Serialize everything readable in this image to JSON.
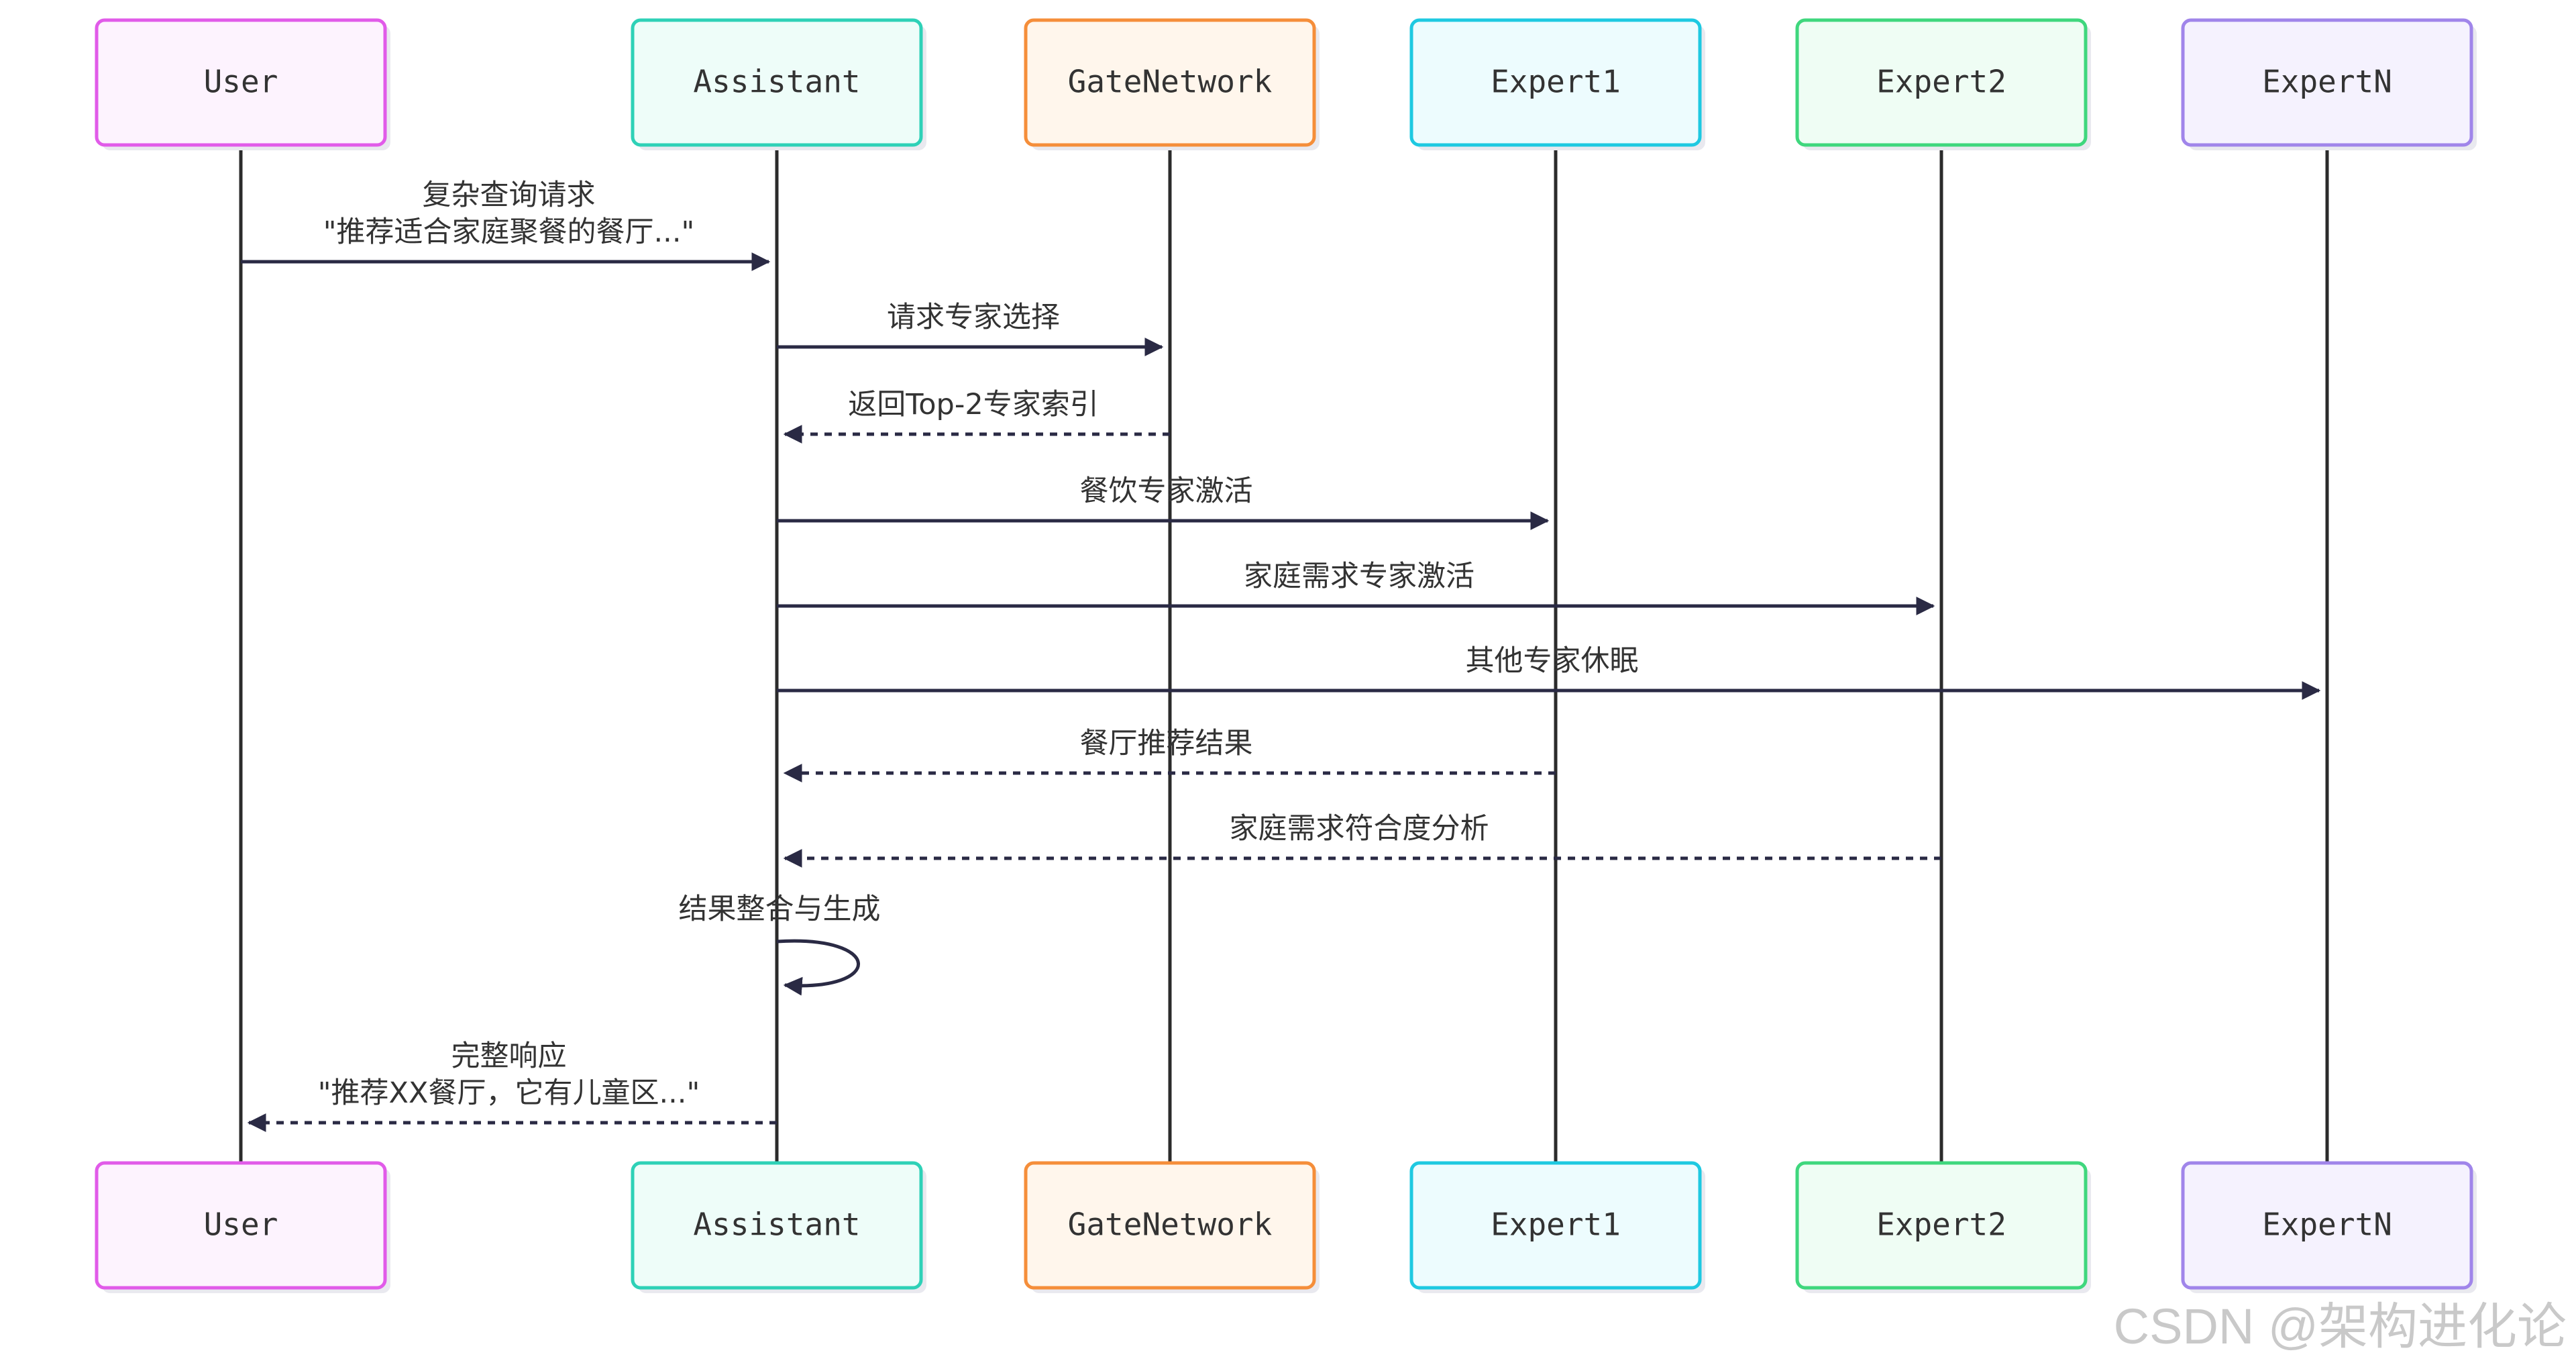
{
  "participants": [
    {
      "id": "user",
      "label": "User",
      "stroke": "#e15be9",
      "fill": "#fdf3fe"
    },
    {
      "id": "assistant",
      "label": "Assistant",
      "stroke": "#2ed1b7",
      "fill": "#eefdf9"
    },
    {
      "id": "gate",
      "label": "GateNetwork",
      "stroke": "#f58e3a",
      "fill": "#fff6ec"
    },
    {
      "id": "expert1",
      "label": "Expert1",
      "stroke": "#1ec9e1",
      "fill": "#edfcfe"
    },
    {
      "id": "expert2",
      "label": "Expert2",
      "stroke": "#3fd77d",
      "fill": "#effdf4"
    },
    {
      "id": "expertn",
      "label": "ExpertN",
      "stroke": "#a085ea",
      "fill": "#f5f2fe"
    }
  ],
  "messages": [
    {
      "from": "user",
      "to": "assistant",
      "style": "solid",
      "lines": [
        "复杂查询请求",
        "\"推荐适合家庭聚餐的餐厅...\""
      ]
    },
    {
      "from": "assistant",
      "to": "gate",
      "style": "solid",
      "lines": [
        "请求专家选择"
      ]
    },
    {
      "from": "gate",
      "to": "assistant",
      "style": "dashed",
      "lines": [
        "返回Top-2专家索引"
      ]
    },
    {
      "from": "assistant",
      "to": "expert1",
      "style": "solid",
      "lines": [
        "餐饮专家激活"
      ]
    },
    {
      "from": "assistant",
      "to": "expert2",
      "style": "solid",
      "lines": [
        "家庭需求专家激活"
      ]
    },
    {
      "from": "assistant",
      "to": "expertn",
      "style": "solid",
      "lines": [
        "其他专家休眠"
      ]
    },
    {
      "from": "expert1",
      "to": "assistant",
      "style": "dashed",
      "lines": [
        "餐厅推荐结果"
      ]
    },
    {
      "from": "expert2",
      "to": "assistant",
      "style": "dashed",
      "lines": [
        "家庭需求符合度分析"
      ]
    },
    {
      "from": "assistant",
      "to": "assistant",
      "style": "solid",
      "lines": [
        "结果整合与生成"
      ]
    },
    {
      "from": "assistant",
      "to": "user",
      "style": "dashed",
      "lines": [
        "完整响应",
        "\"推荐XX餐厅，它有儿童区...\""
      ]
    }
  ],
  "watermark": "CSDN @架构进化论",
  "colors": {
    "lifeline": "#2b2b2b",
    "arrow": "#2a2a44",
    "text": "#333333"
  }
}
